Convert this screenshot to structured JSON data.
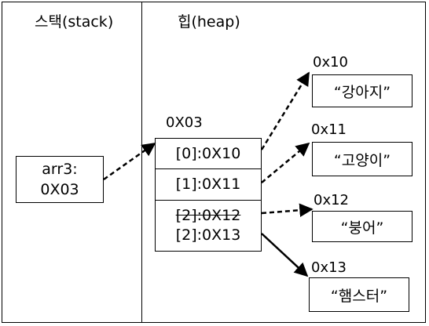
{
  "stack": {
    "header": "스택(stack)",
    "box_line1": "arr3:",
    "box_line2": "0X03"
  },
  "heap": {
    "header": "힙(heap)",
    "array_address": "0X03",
    "cells": [
      "[0]:0X10",
      "[1]:0X11"
    ],
    "replaced_cell": {
      "old": "[2]:0X12",
      "new": "[2]:0X13"
    },
    "objects": [
      {
        "address": "0x10",
        "value": "“강아지”"
      },
      {
        "address": "0x11",
        "value": "“고양이”"
      },
      {
        "address": "0x12",
        "value": "“붕어”"
      },
      {
        "address": "0x13",
        "value": "“햄스터”"
      }
    ]
  }
}
